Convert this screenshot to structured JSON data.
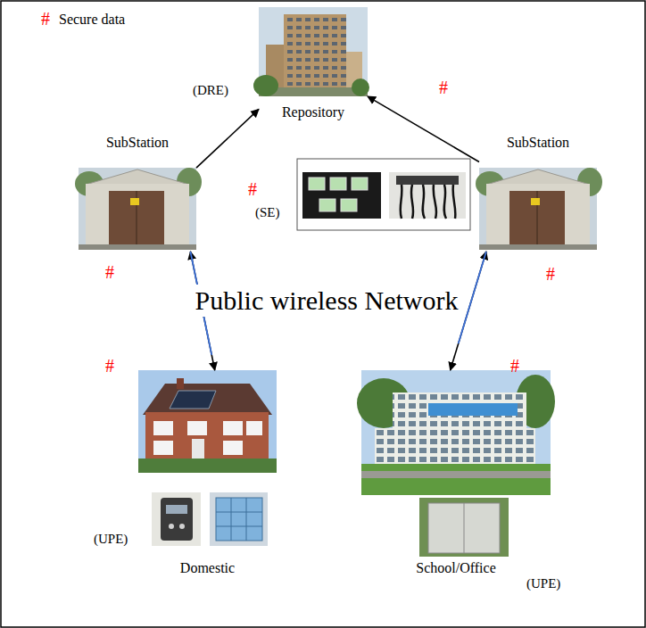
{
  "diagram": {
    "nodes": [
      {
        "text": [
          "Repository"
        ]
      },
      {
        "text": [
          "SubStation"
        ]
      },
      {
        "text": [
          "SubStation"
        ]
      },
      {
        "text": [
          "Public wireless Network"
        ]
      },
      {
        "text": [
          "Domestic"
        ]
      },
      {
        "text": [
          "School/Office"
        ]
      }
    ],
    "edges": [
      {
        "from": 1,
        "to": 0,
        "arrow": "to"
      },
      {
        "from": 2,
        "to": 0,
        "arrow": "to"
      },
      {
        "from": 1,
        "to": 4,
        "arrow": "both"
      },
      {
        "from": 2,
        "to": 5,
        "arrow": "both"
      }
    ],
    "labels": [
      "#",
      "(DRE)",
      "#",
      "#",
      "(SE)",
      "#",
      "#",
      "#",
      "#",
      "(UPE)",
      "(UPE)"
    ],
    "legend": [
      {
        "text": "Secure data"
      }
    ]
  }
}
